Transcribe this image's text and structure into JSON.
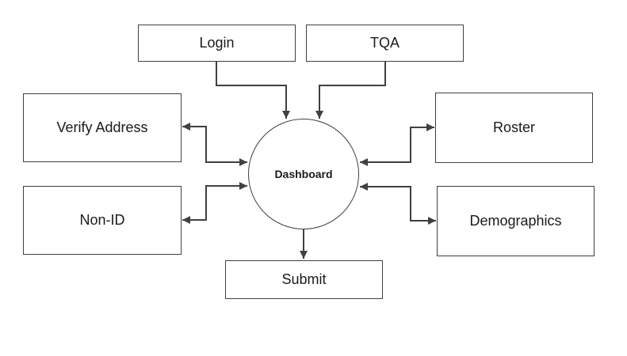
{
  "diagram": {
    "center": {
      "label": "Dashboard"
    },
    "nodes": {
      "login": "Login",
      "tqa": "TQA",
      "verify_address": "Verify Address",
      "roster": "Roster",
      "non_id": "Non-ID",
      "demographics": "Demographics",
      "submit": "Submit"
    },
    "colors": {
      "line": "#404040",
      "border": "#404040",
      "text": "#1a1a1a",
      "background": "#ffffff"
    }
  }
}
